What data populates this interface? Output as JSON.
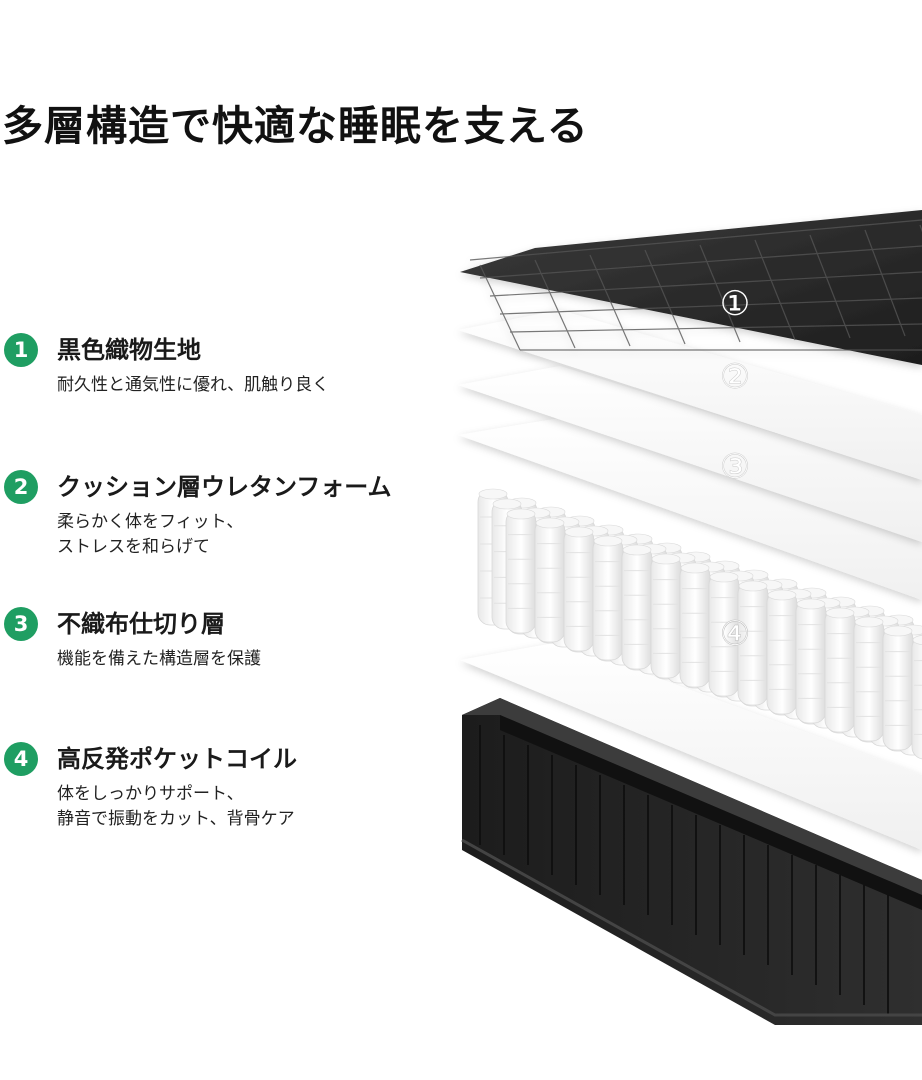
{
  "page": {
    "title": "多層構造で快適な睡眠を支える"
  },
  "features": [
    {
      "number": "1",
      "title": "黒色織物生地",
      "desc": [
        "耐久性と通気性に優れ、肌触り良く"
      ]
    },
    {
      "number": "2",
      "title": "クッション層ウレタンフォーム",
      "desc": [
        "柔らかく体をフィット、",
        "ストレスを和らげて"
      ]
    },
    {
      "number": "3",
      "title": "不織布仕切り層",
      "desc": [
        "機能を備えた構造層を保護"
      ]
    },
    {
      "number": "4",
      "title": "高反発ポケットコイル",
      "desc": [
        "体をしっかりサポート、",
        "静音で振動をカット、背骨ケア"
      ]
    }
  ],
  "illustration": {
    "layer_labels": [
      "①",
      "②",
      "③",
      "④"
    ]
  },
  "colors": {
    "accent_green": "#1f9e62",
    "fabric_dark": "#2b2b2b",
    "foam_white": "#ffffff",
    "coil_white": "#f4f4f4"
  }
}
